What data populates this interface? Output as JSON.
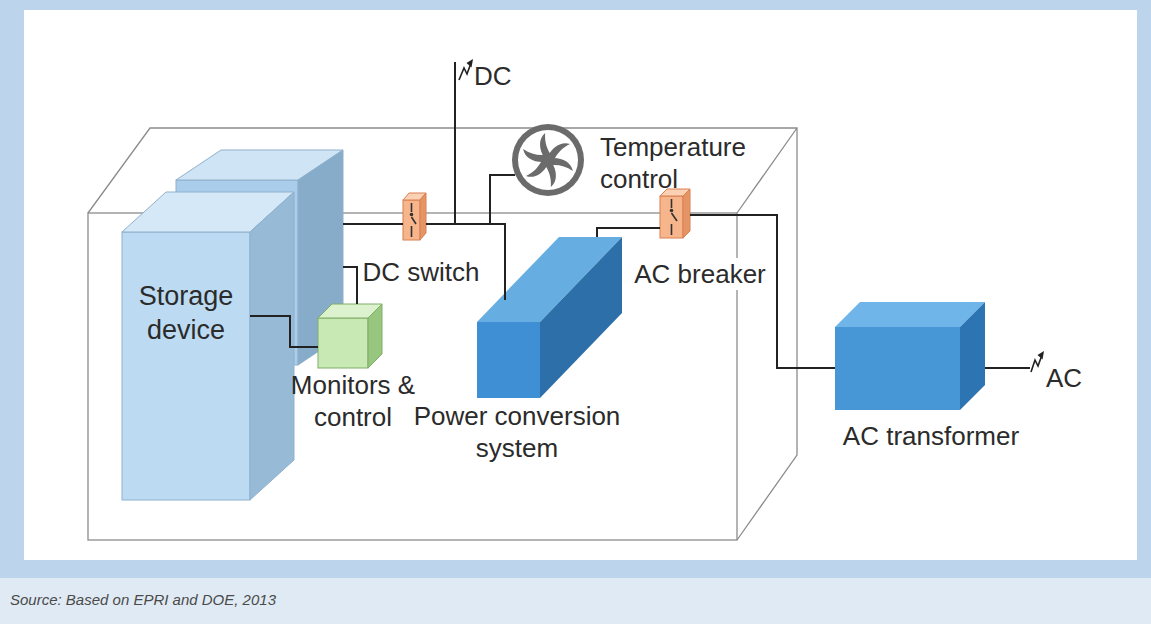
{
  "diagram": {
    "caption": "Source: Based on EPRI and DOE, 2013",
    "nodes": [
      {
        "text": [
          "Storage device"
        ]
      },
      {
        "text": [
          "Monitors & control"
        ]
      },
      {
        "text": [
          "DC switch"
        ]
      },
      {
        "text": [
          "Temperature control"
        ]
      },
      {
        "text": [
          "Power conversion system"
        ]
      },
      {
        "text": [
          "AC breaker"
        ]
      },
      {
        "text": [
          "AC transformer"
        ]
      }
    ],
    "edges": [
      {
        "from": 0,
        "to": 2,
        "arrow": "none"
      },
      {
        "from": 0,
        "to": 1,
        "arrow": "none"
      },
      {
        "from": 0,
        "to": 1,
        "arrow": "none"
      },
      {
        "from": 2,
        "to": 4,
        "arrow": "none"
      },
      {
        "from": 2,
        "to": 3,
        "arrow": "none"
      },
      {
        "from": 4,
        "to": 5,
        "arrow": "none"
      },
      {
        "from": 5,
        "to": 6,
        "arrow": "none"
      }
    ],
    "labels": [
      "DC",
      "AC"
    ]
  }
}
